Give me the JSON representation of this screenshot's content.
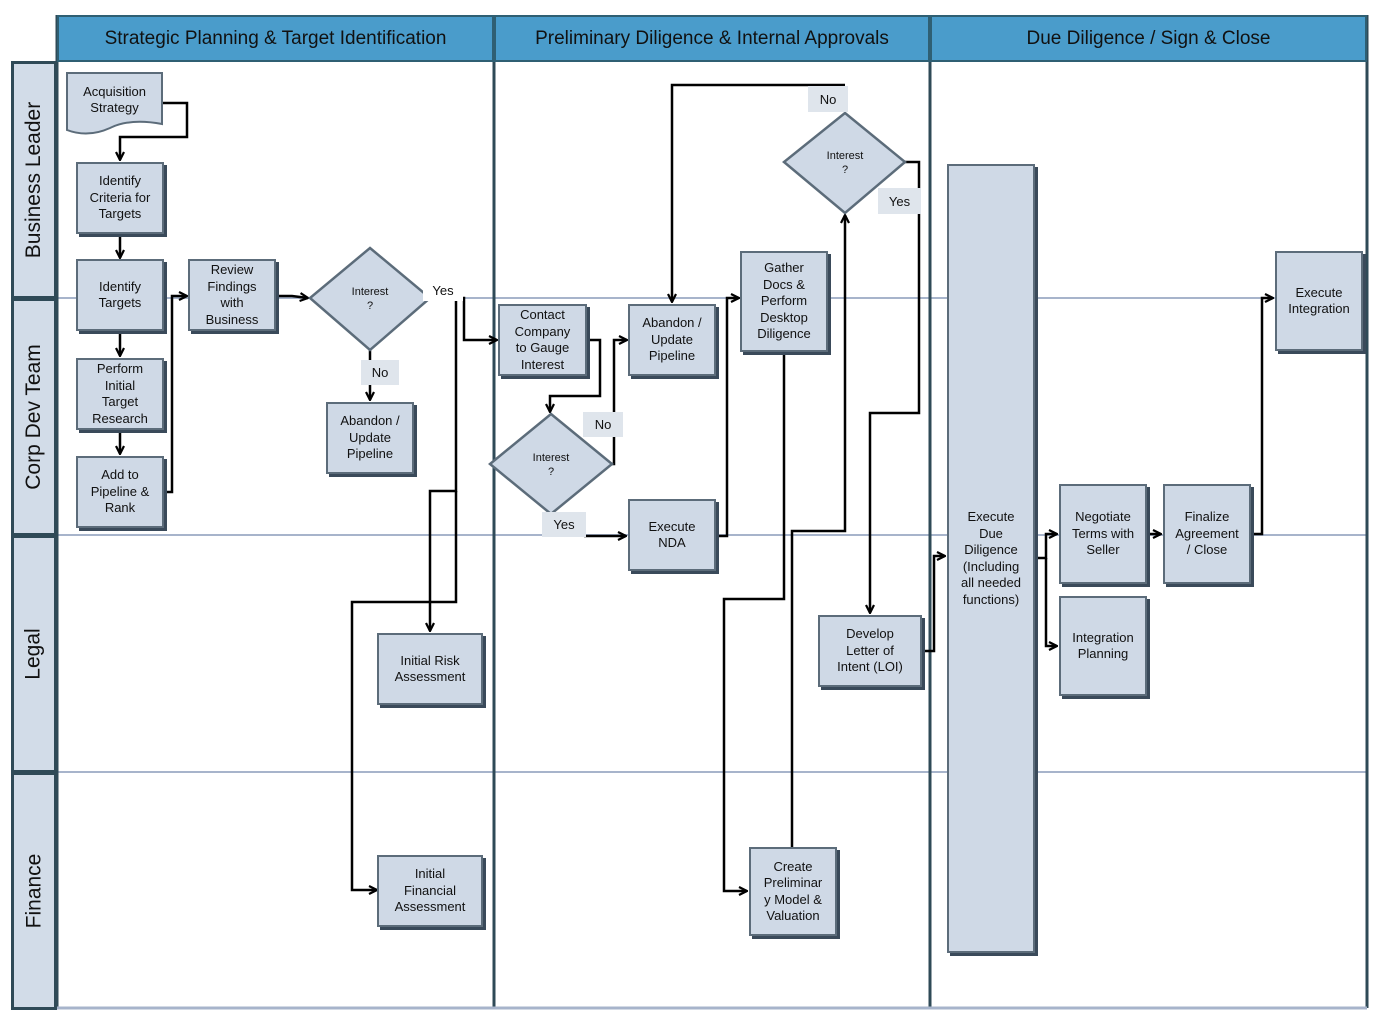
{
  "phases": [
    "Strategic Planning & Target Identification",
    "Preliminary Diligence & Internal Approvals",
    "Due Diligence / Sign & Close"
  ],
  "lanes": [
    "Business Leader",
    "Corp Dev Team",
    "Legal",
    "Finance"
  ],
  "nodes": {
    "acquisition_strategy": "Acquisition\nStrategy",
    "identify_criteria": "Identify\nCriteria for\nTargets",
    "identify_targets": "Identify\nTargets",
    "perform_research": "Perform\nInitial\nTarget\nResearch",
    "add_to_pipeline": "Add to\nPipeline &\nRank",
    "review_findings": "Review\nFindings\nwith\nBusiness",
    "interest_1": "Interest\n?",
    "abandon_1": "Abandon /\nUpdate\nPipeline",
    "initial_risk": "Initial Risk\nAssessment",
    "initial_financial": "Initial\nFinancial\nAssessment",
    "contact_company": "Contact\nCompany\nto Gauge\nInterest",
    "interest_2": "Interest\n?",
    "abandon_2": "Abandon /\nUpdate\nPipeline",
    "execute_nda": "Execute\nNDA",
    "gather_docs": "Gather\nDocs &\nPerform\nDesktop\nDiligence",
    "interest_3": "Interest\n?",
    "develop_loi": "Develop\nLetter of\nIntent (LOI)",
    "create_model": "Create\nPreliminar\ny Model &\nValuation",
    "execute_dd": "Execute\nDue\nDiligence\n(Including\nall needed\nfunctions)",
    "negotiate": "Negotiate\nTerms with\nSeller",
    "integration_planning": "Integration\nPlanning",
    "finalize": "Finalize\nAgreement\n/ Close",
    "execute_integration": "Execute\nIntegration"
  },
  "edge_labels": {
    "yes_1": "Yes",
    "no_1": "No",
    "no_2": "No",
    "yes_2": "Yes",
    "no_3": "No",
    "yes_3": "Yes"
  },
  "colors": {
    "header": "#4a9ccb",
    "box_fill": "#cfd9e6",
    "lane_label_fill": "#d2dce8",
    "frame": "#2f4a57",
    "lane_divider": "#a7b4cb"
  }
}
